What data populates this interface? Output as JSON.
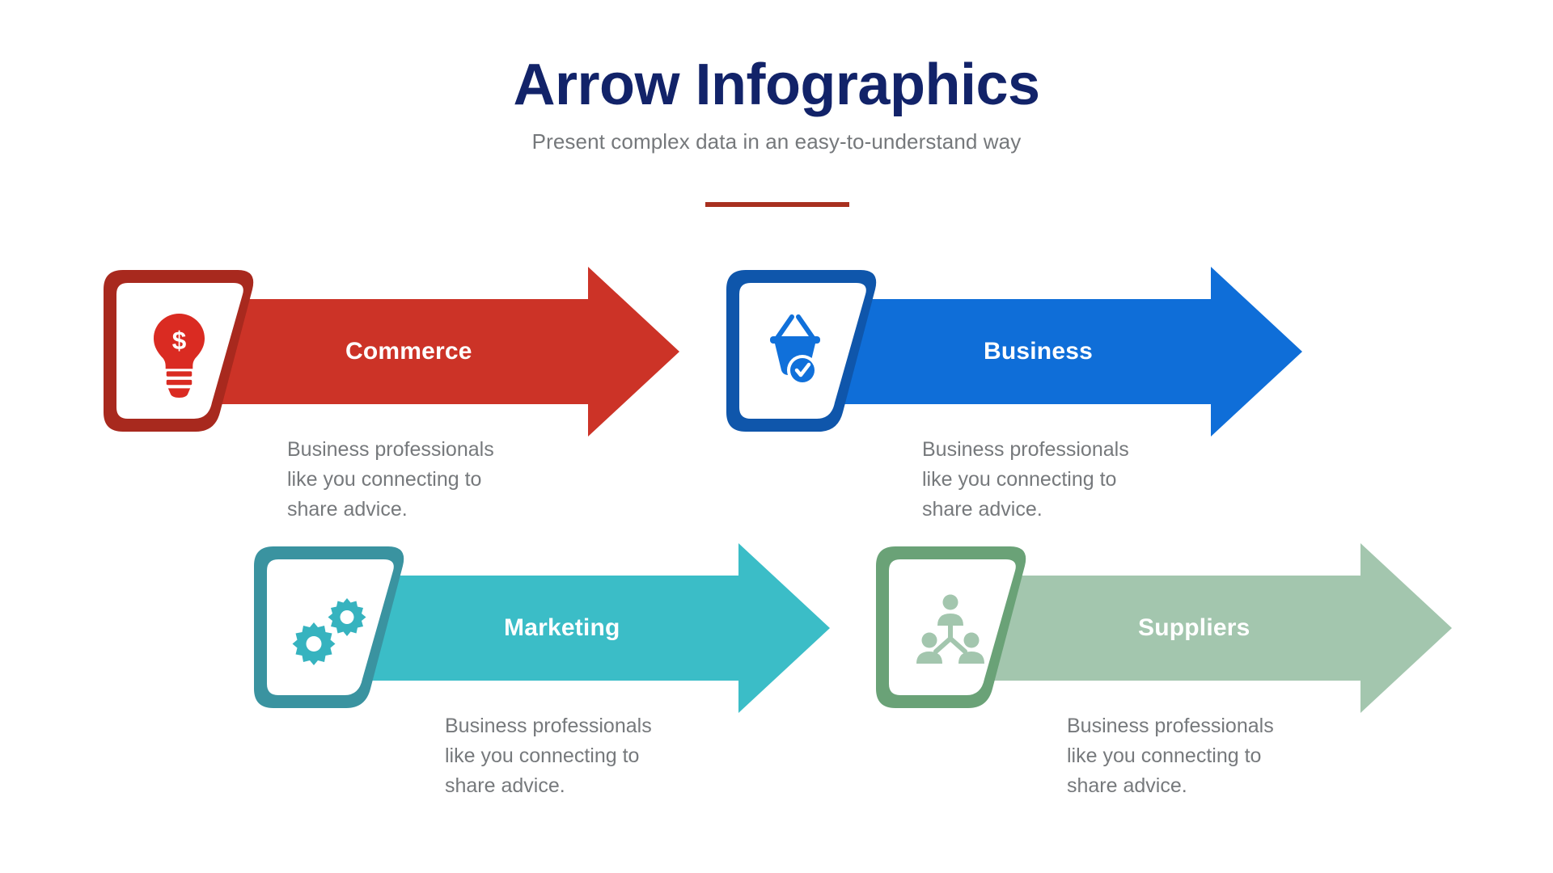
{
  "header": {
    "title": "Arrow Infographics",
    "subtitle": "Present complex data in an easy-to-understand way",
    "divider_color": "#a8301f",
    "title_color": "#122369",
    "subtitle_color": "#75787b"
  },
  "steps": [
    {
      "id": "commerce",
      "label": "Commerce",
      "description": "Business professionals\nlike you connecting to\nshare advice.",
      "icon": "lightbulb-dollar-icon",
      "arrow_color": "#cc3327",
      "badge_border_color": "#a8291e",
      "badge_fill_color": "#ffffff",
      "icon_color": "#da2b22",
      "label_color": "#ffffff"
    },
    {
      "id": "business",
      "label": "Business",
      "description": "Business professionals\nlike you connecting to\nshare advice.",
      "icon": "shopping-basket-check-icon",
      "arrow_color": "#0f6ed8",
      "badge_border_color": "#0f56ab",
      "badge_fill_color": "#ffffff",
      "icon_color": "#1070da",
      "label_color": "#ffffff"
    },
    {
      "id": "marketing",
      "label": "Marketing",
      "description": "Business professionals\nlike you connecting to\nshare advice.",
      "icon": "gears-icon",
      "arrow_color": "#3bbdc7",
      "badge_border_color": "#3a93a0",
      "badge_fill_color": "#ffffff",
      "icon_color": "#36b3bf",
      "label_color": "#ffffff"
    },
    {
      "id": "suppliers",
      "label": "Suppliers",
      "description": "Business professionals\nlike you connecting to\nshare advice.",
      "icon": "org-chart-people-icon",
      "arrow_color": "#a3c6ae",
      "badge_border_color": "#6aa277",
      "badge_fill_color": "#ffffff",
      "icon_color": "#a3c6ae",
      "label_color": "#ffffff"
    }
  ]
}
